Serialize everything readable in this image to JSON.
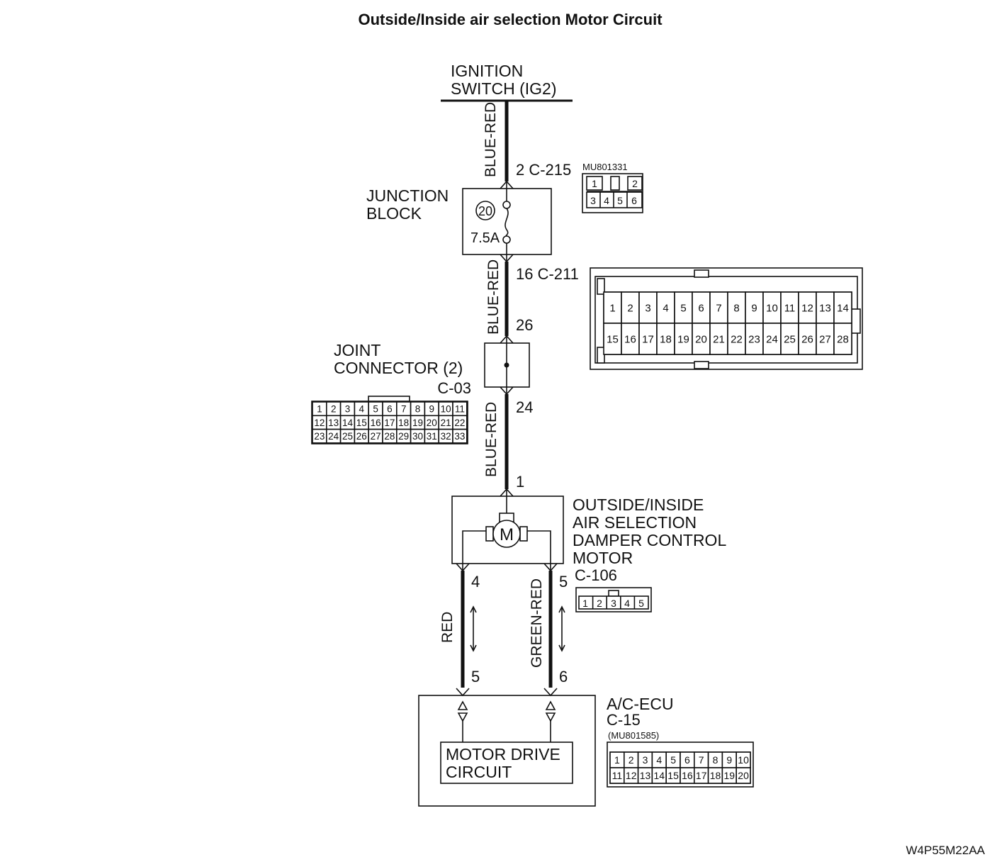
{
  "title": "Outside/Inside air selection Motor Circuit",
  "figure_code": "W4P55M22AA",
  "ignition": {
    "line1": "IGNITION",
    "line2": "SWITCH (IG2)"
  },
  "junction_block": {
    "line1": "JUNCTION",
    "line2": "BLOCK",
    "fuse_number": "20",
    "fuse_rating": "7.5A",
    "conn_top": "2 C-215",
    "conn_bottom": "16 C-211"
  },
  "joint_connector": {
    "line1": "JOINT",
    "line2": "CONNECTOR (2)",
    "code": "C-03",
    "pin_in": "26",
    "pin_out": "24"
  },
  "motor": {
    "line1": "OUTSIDE/INSIDE",
    "line2": "AIR SELECTION",
    "line3": "DAMPER CONTROL",
    "line4": "MOTOR",
    "code": "C-106",
    "pin_top": "1",
    "pin_left": "4",
    "pin_right": "5",
    "symbol": "M"
  },
  "ecu": {
    "line1": "A/C-ECU",
    "code": "C-15",
    "part": "(MU801585)",
    "circuit_line1": "MOTOR DRIVE",
    "circuit_line2": "CIRCUIT",
    "pin_left": "5",
    "pin_right": "6"
  },
  "wires": {
    "w1": "BLUE-RED",
    "w2": "BLUE-RED",
    "w3": "BLUE-RED",
    "w4": "RED",
    "w5": "GREEN-RED"
  },
  "connectors": {
    "c215": {
      "part": "MU801331",
      "top": [
        "1",
        "2"
      ],
      "bottom": [
        "3",
        "4",
        "5",
        "6"
      ]
    },
    "c211": {
      "row1": [
        "1",
        "2",
        "3",
        "4",
        "5",
        "6",
        "7",
        "8",
        "9",
        "10",
        "11",
        "12",
        "13",
        "14"
      ],
      "row2": [
        "15",
        "16",
        "17",
        "18",
        "19",
        "20",
        "21",
        "22",
        "23",
        "24",
        "25",
        "26",
        "27",
        "28"
      ]
    },
    "c03": {
      "row1": [
        "1",
        "2",
        "3",
        "4",
        "5",
        "6",
        "7",
        "8",
        "9",
        "10",
        "11"
      ],
      "row2": [
        "12",
        "13",
        "14",
        "15",
        "16",
        "17",
        "18",
        "19",
        "20",
        "21",
        "22"
      ],
      "row3": [
        "23",
        "24",
        "25",
        "26",
        "27",
        "28",
        "29",
        "30",
        "31",
        "32",
        "33"
      ]
    },
    "c106": {
      "pins": [
        "1",
        "2",
        "3",
        "4",
        "5"
      ]
    },
    "c15": {
      "row1": [
        "1",
        "2",
        "3",
        "4",
        "5",
        "6",
        "7",
        "8",
        "9",
        "10"
      ],
      "row2": [
        "11",
        "12",
        "13",
        "14",
        "15",
        "16",
        "17",
        "18",
        "19",
        "20"
      ]
    }
  }
}
